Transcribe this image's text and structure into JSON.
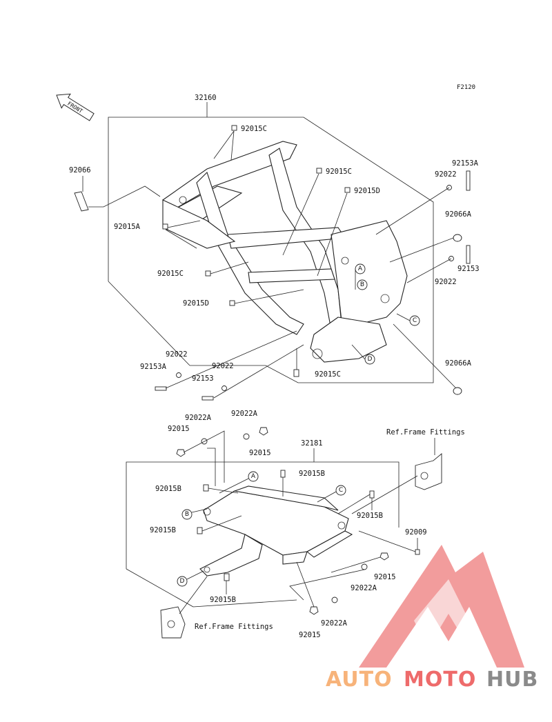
{
  "diagram": {
    "code": "F2120",
    "front_arrow": "FRONT",
    "main_frame": {
      "part_number": "32160",
      "labels": {
        "l92066": "92066",
        "l92015A": "92015A",
        "l92015C_top": "92015C",
        "l92015C_mid": "92015C",
        "l92015D_top": "92015D",
        "l92015C_left": "92015C",
        "l92015D_left": "92015D",
        "l92015C_bottom": "92015C",
        "l92153A_right": "92153A",
        "l92022_right_top": "92022",
        "l92066A_top": "92066A",
        "l92153_right": "92153",
        "l92022_right_bot": "92022",
        "l92066A_bottom": "92066A",
        "l92022_left": "92022",
        "l92153A_left": "92153A",
        "l92022_left2": "92022",
        "l92153_left": "92153"
      },
      "callouts": [
        "A",
        "B",
        "C",
        "D"
      ]
    },
    "sub_frame": {
      "part_number": "32181",
      "labels": {
        "l92022A_top_left": "92022A",
        "l92022A_top_right": "92022A",
        "l92015_top_left": "92015",
        "l92015_top_right": "92015",
        "l92015B_top": "92015B",
        "l92015B_left": "92015B",
        "l92015B_left2": "92015B",
        "l92015B_right": "92015B",
        "l92015B_bottom": "92015B",
        "l92009": "92009",
        "l92015_right": "92015",
        "l92022A_right": "92022A",
        "l92022A_bottom": "92022A",
        "l92015_bottom": "92015",
        "ref_top": "Ref.Frame Fittings",
        "ref_bottom": "Ref.Frame Fittings"
      },
      "callouts": [
        "A",
        "B",
        "C",
        "D"
      ]
    }
  },
  "watermark": {
    "part1": "AUTO",
    "part2": "MOTO",
    "part3": "HUB",
    "colors": {
      "orange": "#f7b37a",
      "red": "#ee6b6b",
      "gray": "#8a8a8a",
      "logo": "#f08b8b"
    }
  }
}
